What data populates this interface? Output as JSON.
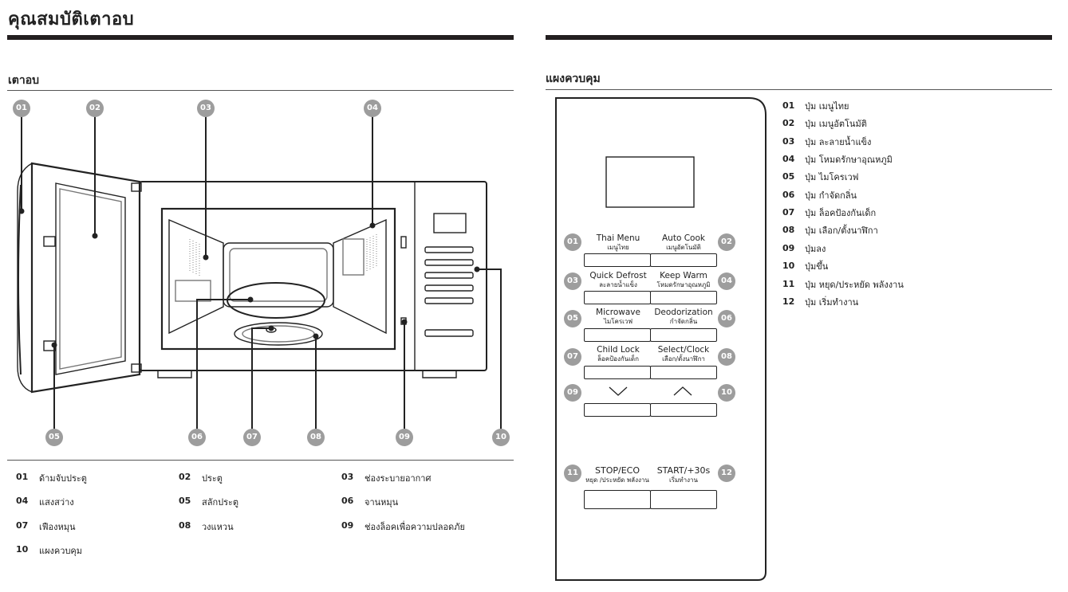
{
  "page_title": "คุณสมบัติเตาอบ",
  "oven_section": {
    "title": "เตาอบ",
    "callouts": [
      "01",
      "02",
      "03",
      "04",
      "05",
      "06",
      "07",
      "08",
      "09",
      "10"
    ],
    "legend": [
      {
        "num": "01",
        "label": "ด้ามจับประตู"
      },
      {
        "num": "02",
        "label": "ประตู"
      },
      {
        "num": "03",
        "label": "ช่องระบายอากาศ"
      },
      {
        "num": "04",
        "label": "แสงสว่าง"
      },
      {
        "num": "05",
        "label": "สลักประตู"
      },
      {
        "num": "06",
        "label": "จานหมุน"
      },
      {
        "num": "07",
        "label": "เฟืองหมุน"
      },
      {
        "num": "08",
        "label": "วงแหวน"
      },
      {
        "num": "09",
        "label": "ช่องล็อคเพื่อความปลอดภัย"
      },
      {
        "num": "10",
        "label": "แผงควบคุม"
      }
    ]
  },
  "panel_section": {
    "title": "แผงควบคุม",
    "buttons": [
      {
        "num": "01",
        "label": "Thai Menu",
        "sub": "เมนูไทย"
      },
      {
        "num": "02",
        "label": "Auto Cook",
        "sub": "เมนูอัตโนมัติ"
      },
      {
        "num": "03",
        "label": "Quick Defrost",
        "sub": "ละลายน้ำแข็ง"
      },
      {
        "num": "04",
        "label": "Keep Warm",
        "sub": "โหมดรักษาอุณหภูมิ"
      },
      {
        "num": "05",
        "label": "Microwave",
        "sub": "ไมโครเวฟ"
      },
      {
        "num": "06",
        "label": "Deodorization",
        "sub": "กำจัดกลิ่น"
      },
      {
        "num": "07",
        "label": "Child Lock",
        "sub": "ล็อคป้องกันเด็ก"
      },
      {
        "num": "08",
        "label": "Select/Clock",
        "sub": "เลือก/ตั้งนาฬิกา"
      },
      {
        "num": "09",
        "label": "﹀",
        "sub": ""
      },
      {
        "num": "10",
        "label": "︿",
        "sub": ""
      },
      {
        "num": "11",
        "label": "STOP/ECO",
        "sub": "หยุด /ประหยัด พลังงาน"
      },
      {
        "num": "12",
        "label": "START/+30s",
        "sub": "เริ่มทำงาน"
      }
    ],
    "legend": [
      {
        "num": "01",
        "label": "ปุ่ม เมนูไทย"
      },
      {
        "num": "02",
        "label": "ปุ่ม เมนูอัตโนมัติ"
      },
      {
        "num": "03",
        "label": "ปุ่ม ละลายน้ำแข็ง"
      },
      {
        "num": "04",
        "label": "ปุ่ม โหมดรักษาอุณหภูมิ"
      },
      {
        "num": "05",
        "label": "ปุ่ม ไมโครเวฟ"
      },
      {
        "num": "06",
        "label": "ปุ่ม กำจัดกลิ่น"
      },
      {
        "num": "07",
        "label": "ปุ่ม ล็อคป้องกันเด็ก"
      },
      {
        "num": "08",
        "label": "ปุ่ม เลือก/ตั้งนาฬิกา"
      },
      {
        "num": "09",
        "label": "ปุ่มลง"
      },
      {
        "num": "10",
        "label": "ปุ่มขึ้น"
      },
      {
        "num": "11",
        "label": "ปุ่ม หยุด/ประหยัด พลังงาน"
      },
      {
        "num": "12",
        "label": "ปุ่ม เริ่มทำงาน"
      }
    ]
  }
}
